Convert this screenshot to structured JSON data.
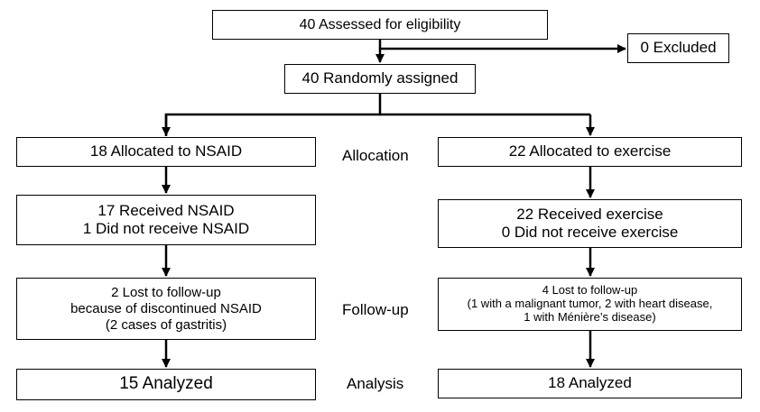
{
  "assessed": "40 Assessed for eligibility",
  "excluded": "0 Excluded",
  "randomized": "40 Randomly assigned",
  "stages": {
    "allocation": "Allocation",
    "follow_up": "Follow-up",
    "analysis": "Analysis"
  },
  "left_arm": {
    "allocated": "18 Allocated to NSAID",
    "received": [
      "17 Received NSAID",
      "1 Did not receive NSAID"
    ],
    "lost": [
      "2 Lost to follow-up",
      "because of discontinued NSAID",
      "(2 cases of gastritis)"
    ],
    "analyzed": "15 Analyzed"
  },
  "right_arm": {
    "allocated": "22 Allocated to exercise",
    "received": [
      "22 Received exercise",
      "0 Did not receive exercise"
    ],
    "lost": [
      "4 Lost to follow-up",
      "(1 with a malignant tumor, 2 with heart disease,",
      "1 with  Ménière’s disease)"
    ],
    "analyzed": "18 Analyzed"
  }
}
